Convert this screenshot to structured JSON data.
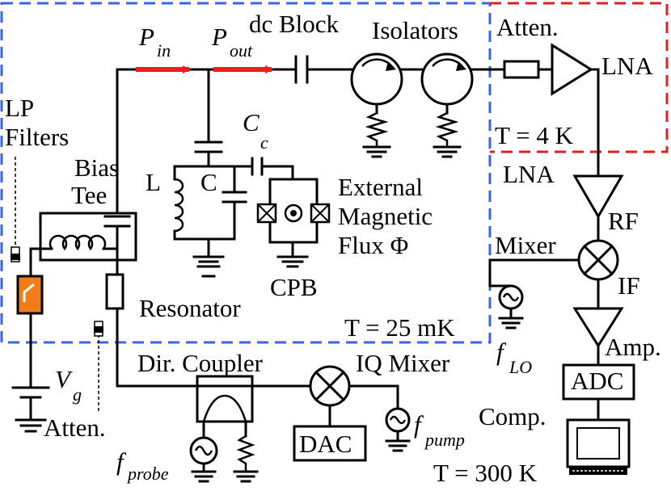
{
  "colors": {
    "cold_stage_border": "#3a64e8",
    "four_kelvin_border": "#e02020",
    "signal_arrow": "#ee1c1c",
    "filter_fill": "#f07d1a"
  },
  "labels": {
    "p_in": "P",
    "p_in_sub": "in",
    "p_out": "P",
    "p_out_sub": "out",
    "dc_block": "dc Block",
    "isolators": "Isolators",
    "atten_top": "Atten.",
    "lna_top": "LNA",
    "t_4k": "T = 4 K",
    "lp_filters_1": "LP",
    "lp_filters_2": "Filters",
    "bias_tee_1": "Bias",
    "bias_tee_2": "Tee",
    "c_c": "C",
    "c_c_sub": "c",
    "l": "L",
    "c": "C",
    "external_1": "External",
    "external_2": "Magnetic",
    "external_3": "Flux Φ",
    "lna_mid": "LNA",
    "rf": "RF",
    "mixer": "Mixer",
    "if": "IF",
    "resonator": "Resonator",
    "cpb": "CPB",
    "t_25mk": "T = 25 mK",
    "f_lo": "f",
    "f_lo_sub": "LO",
    "amp": "Amp.",
    "adc": "ADC",
    "dir_coupler": "Dir. Coupler",
    "iq_mixer": "IQ Mixer",
    "v_g": "V",
    "v_g_sub": "g",
    "atten_bottom": "Atten.",
    "dac": "DAC",
    "f_pump": "f",
    "f_pump_sub": "pump",
    "comp": "Comp.",
    "f_probe": "f",
    "f_probe_sub": "probe",
    "t_300k": "T = 300 K"
  }
}
